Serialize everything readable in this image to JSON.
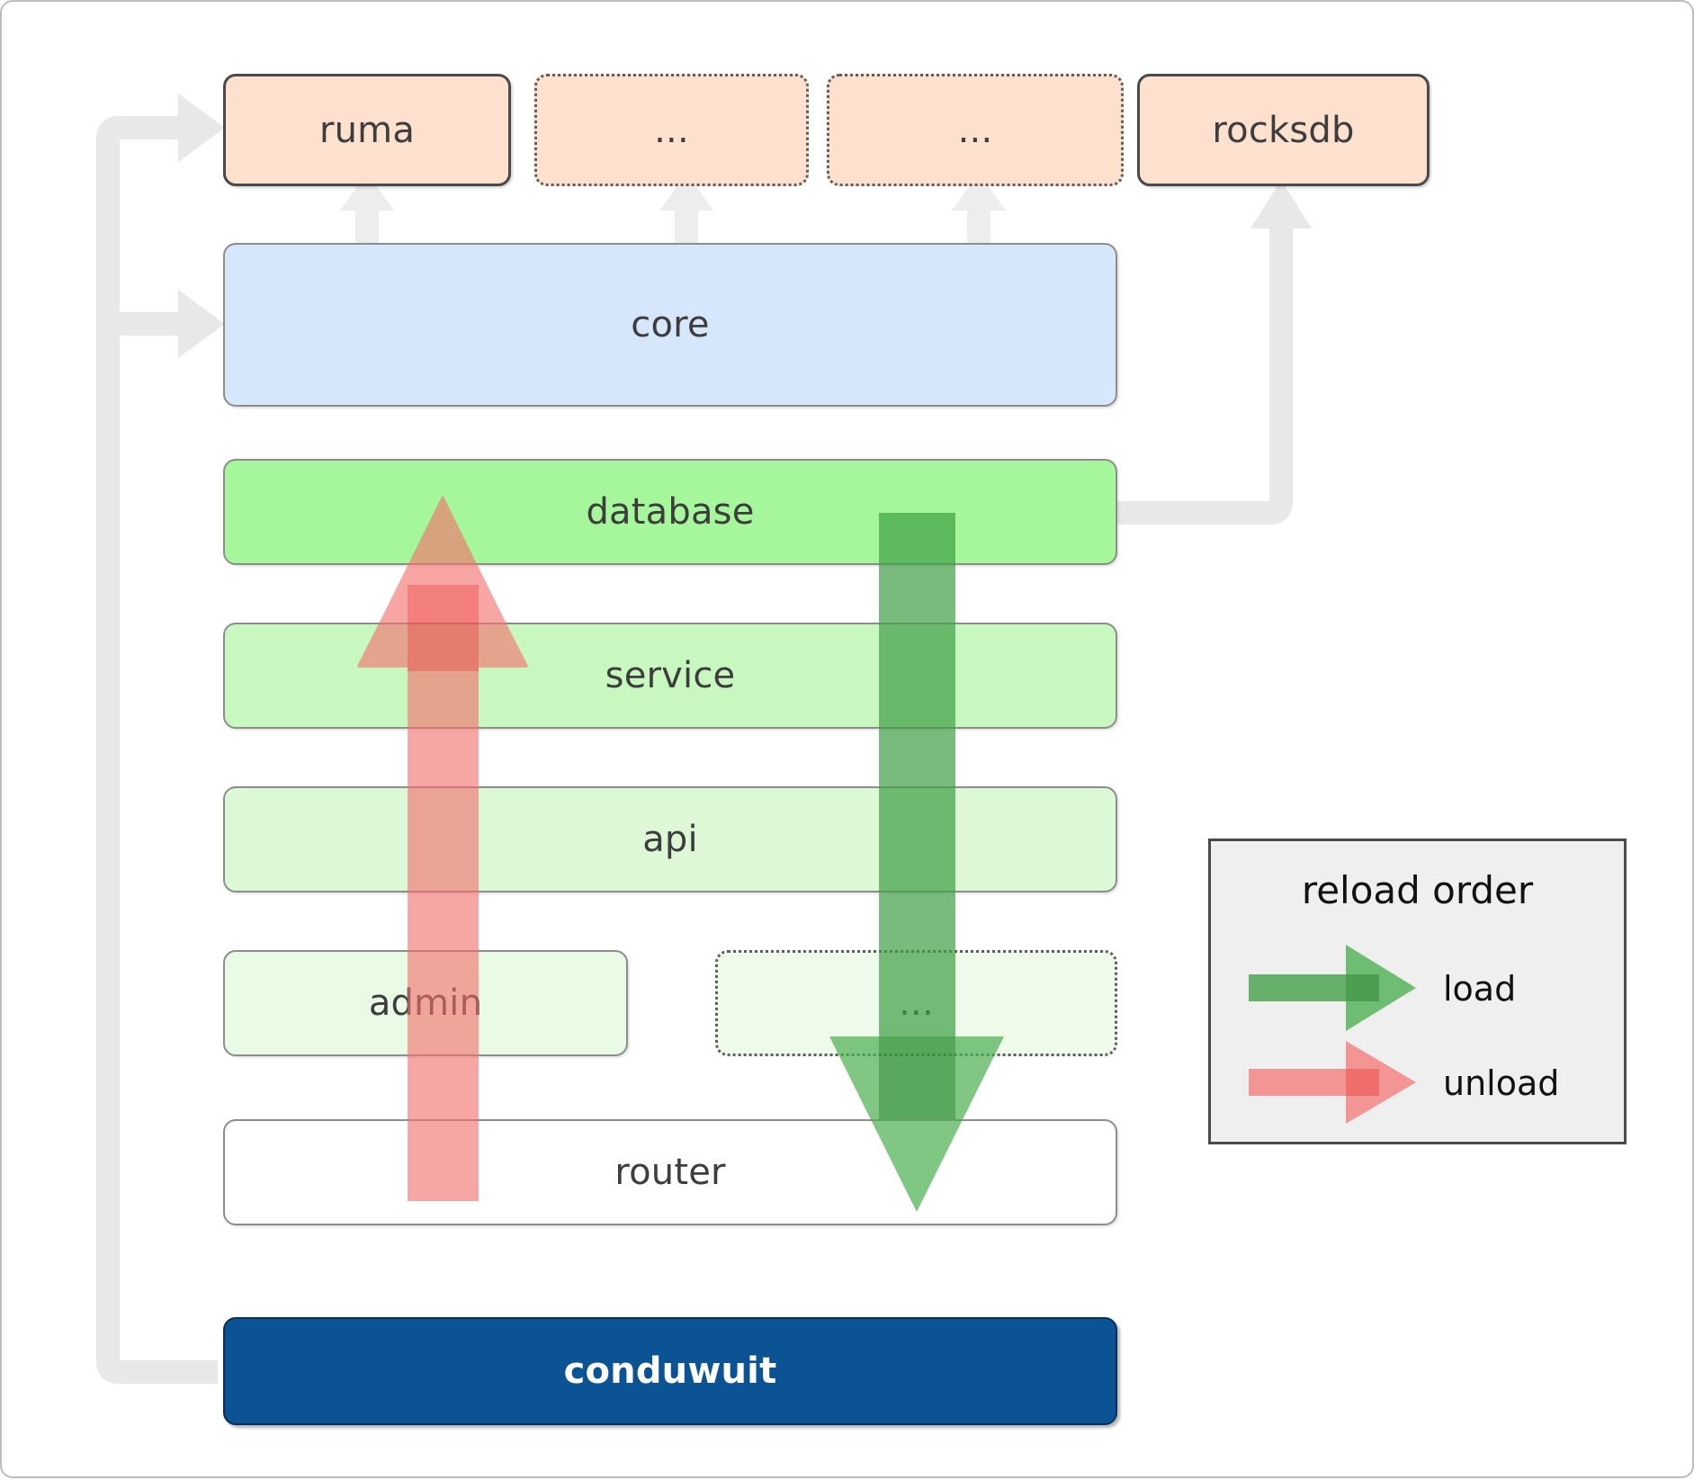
{
  "diagram": {
    "title": "conduwuit crate layering / reload order",
    "external_row": [
      {
        "label": "ruma",
        "style": "solid"
      },
      {
        "label": "...",
        "style": "dotted"
      },
      {
        "label": "...",
        "style": "dotted"
      },
      {
        "label": "rocksdb",
        "style": "solid"
      }
    ],
    "core": {
      "label": "core"
    },
    "layers": [
      {
        "label": "database",
        "style": "solid"
      },
      {
        "label": "service",
        "style": "solid"
      },
      {
        "label": "api",
        "style": "solid"
      }
    ],
    "split_row": [
      {
        "label": "admin",
        "style": "solid"
      },
      {
        "label": "...",
        "style": "dotted"
      }
    ],
    "router": {
      "label": "router",
      "style": "solid"
    },
    "binary": {
      "label": "conduwuit"
    },
    "legend": {
      "title": "reload order",
      "entries": [
        {
          "label": "load",
          "color": "#4caf50"
        },
        {
          "label": "unload",
          "color": "#f4706e"
        }
      ]
    },
    "colors": {
      "external_fill": "#fde0ce",
      "core_fill": "#d6e6fb",
      "database_fill": "#a6f79c",
      "service_fill": "#c8f7bf",
      "api_fill": "#ddf8d6",
      "admin_fill": "#eafbe5",
      "dots_fill": "#eefbeb",
      "router_fill": "#ffffff",
      "binary_fill": "#0b5394",
      "load_arrow": "#4caf50",
      "unload_arrow": "#f4706e",
      "connector": "#e8e8e8",
      "legend_bg": "#efefef",
      "border": "#8d8d8d",
      "text": "#3d3d3d"
    }
  }
}
